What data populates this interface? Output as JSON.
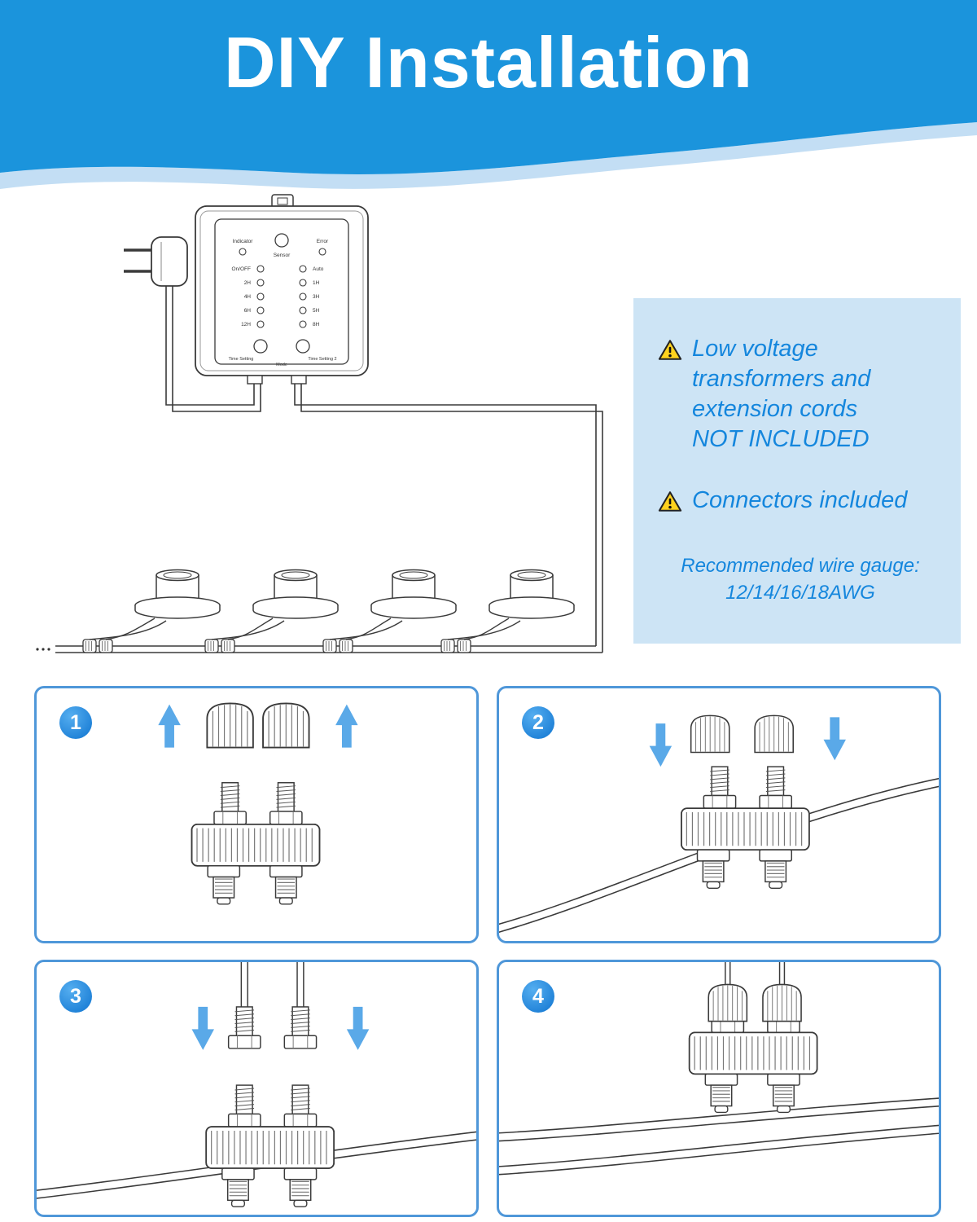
{
  "header": {
    "title": "DIY Installation"
  },
  "info_panel": {
    "note1_lines": [
      "Low voltage",
      "transformers and",
      "extension cords",
      "NOT INCLUDED"
    ],
    "note2": "Connectors included",
    "gauge_line1": "Recommended wire gauge:",
    "gauge_line2": "12/14/16/18AWG"
  },
  "controller": {
    "indicator": "Indicator",
    "sensor": "Sensor",
    "error": "Error",
    "onoff": "On/OFF",
    "auto": "Auto",
    "t2h": "2H",
    "t1h": "1H",
    "t4h": "4H",
    "t3h": "3H",
    "t6h": "6H",
    "t5h": "5H",
    "t12h": "12H",
    "t8h": "8H",
    "time_setting": "Time Setting",
    "mode": "Mode",
    "time_setting2": "Time Setting 2"
  },
  "steps": [
    {
      "number": "1"
    },
    {
      "number": "2"
    },
    {
      "number": "3"
    },
    {
      "number": "4"
    }
  ],
  "colors": {
    "header_blue": "#1b94dc",
    "note_blue": "#1486dd",
    "panel_bg": "#cde4f5",
    "step_border": "#4f97d9",
    "badge_blue": "#1d88e0",
    "arrow_blue": "#5aa9e8",
    "warning_yellow": "#ffd21e"
  }
}
